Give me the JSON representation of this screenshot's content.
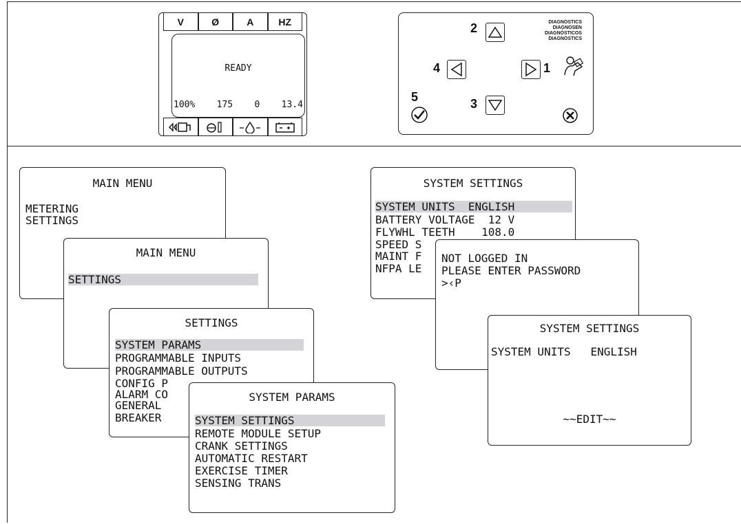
{
  "display": {
    "top_labels": [
      "V",
      "Ø",
      "A",
      "HZ"
    ],
    "status": "READY",
    "values": [
      "100%",
      "175",
      "0",
      "13.4"
    ],
    "bottom_icons": [
      "fuel-icon",
      "temperature-icon",
      "oil-pressure-icon",
      "battery-icon"
    ]
  },
  "keypad": {
    "numbers": [
      "1",
      "2",
      "3",
      "4",
      "5"
    ],
    "diagnostics": [
      "DIAGNOSTICS",
      "DIAGNOSEN",
      "DIAGNÓSTICOS",
      "DIAGNOSTICS"
    ]
  },
  "menus": {
    "main1": {
      "title": "MAIN MENU",
      "items": [
        "METERING",
        "SETTINGS"
      ]
    },
    "main2": {
      "title": "MAIN MENU",
      "items": [
        "SETTINGS"
      ]
    },
    "settings": {
      "title": "SETTINGS",
      "items": [
        "SYSTEM PARAMS",
        "PROGRAMMABLE INPUTS",
        "PROGRAMMABLE OUTPUTS",
        "CONFIG P",
        "ALARM CO",
        "GENERAL",
        "BREAKER"
      ]
    },
    "sysparams": {
      "title": "SYSTEM PARAMS",
      "items": [
        "SYSTEM SETTINGS",
        "REMOTE MODULE SETUP",
        "CRANK SETTINGS",
        "AUTOMATIC RESTART",
        "EXERCISE TIMER",
        "SENSING TRANS"
      ]
    },
    "syssettings": {
      "title": "SYSTEM SETTINGS",
      "items": [
        "SYSTEM UNITS  ENGLISH",
        "BATTERY VOLTAGE  12 V",
        "FLYWHL TEETH    108.0",
        "SPEED S",
        "MAINT F",
        "NFPA LE"
      ]
    },
    "login": {
      "items": [
        "NOT LOGGED IN",
        "PLEASE ENTER PASSWORD",
        ">‹P"
      ]
    },
    "syssettings2": {
      "title": "SYSTEM SETTINGS",
      "item": "SYSTEM UNITS   ENGLISH",
      "edit": "~~EDIT~~"
    }
  }
}
